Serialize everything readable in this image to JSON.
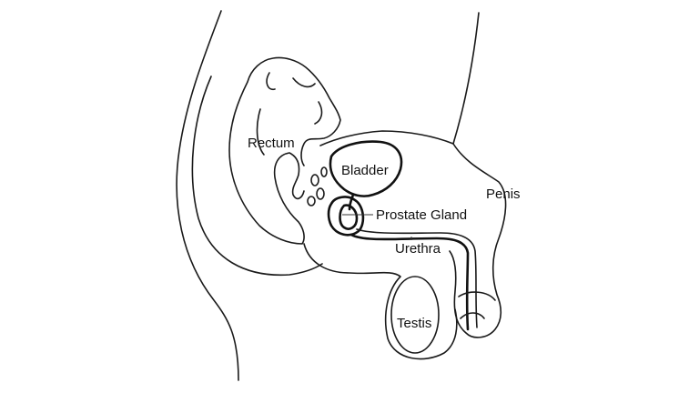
{
  "labels": {
    "rectum": "Rectum",
    "bladder": "Bladder",
    "prostate": "Prostate Gland",
    "penis": "Penis",
    "urethra": "Urethra",
    "testis": "Testis"
  },
  "colors": {
    "background": "#ffffff",
    "line": "#1a1a1a"
  }
}
